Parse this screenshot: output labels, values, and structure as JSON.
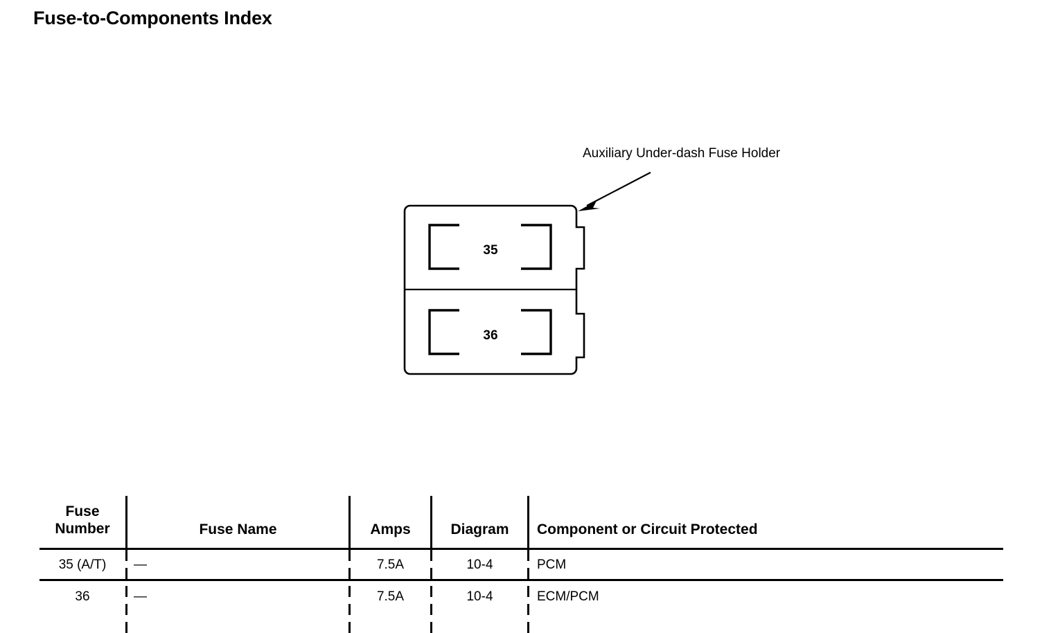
{
  "page": {
    "title": "Fuse-to-Components Index"
  },
  "diagram": {
    "callout_label": "Auxiliary Under-dash Fuse Holder",
    "arrow_icon": "arrow-pointer-icon",
    "fuse_holder": {
      "name": "auxiliary-under-dash-fuse-holder",
      "slots": [
        {
          "number": "35"
        },
        {
          "number": "36"
        }
      ]
    }
  },
  "table": {
    "columns": [
      {
        "key": "fuse_number",
        "label": "Fuse\nNumber",
        "label_line1": "Fuse",
        "label_line2": "Number"
      },
      {
        "key": "fuse_name",
        "label": "Fuse Name"
      },
      {
        "key": "amps",
        "label": "Amps"
      },
      {
        "key": "diagram",
        "label": "Diagram"
      },
      {
        "key": "component",
        "label": "Component or Circuit Protected"
      }
    ],
    "rows": [
      {
        "fuse_number": "35 (A/T)",
        "fuse_name": "—",
        "amps": "7.5A",
        "diagram": "10-4",
        "component": "PCM"
      },
      {
        "fuse_number": "36",
        "fuse_name": "—",
        "amps": "7.5A",
        "diagram": "10-4",
        "component": "ECM/PCM"
      }
    ]
  },
  "colors": {
    "ink": "#000000",
    "paper": "#ffffff"
  }
}
